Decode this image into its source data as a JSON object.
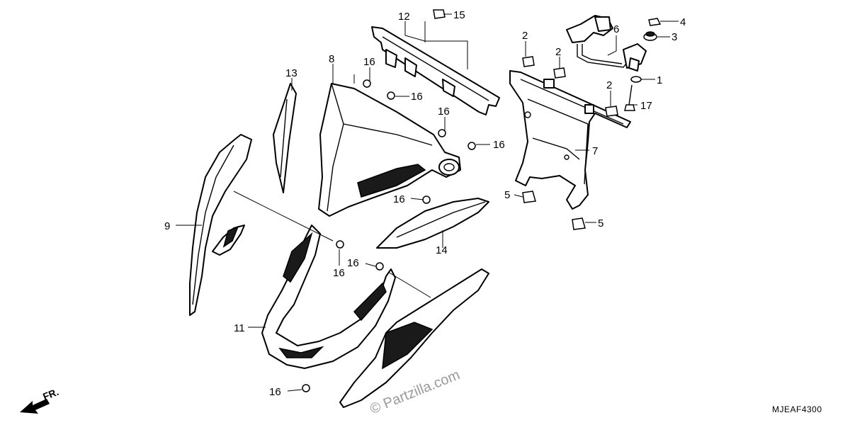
{
  "diagram": {
    "code": "MJEAF4300",
    "watermark": "© Partzilla.com",
    "direction_label": "FR.",
    "callouts": {
      "c1": "1",
      "c2a": "2",
      "c2b": "2",
      "c2c": "2",
      "c3": "3",
      "c4": "4",
      "c5a": "5",
      "c5b": "5",
      "c6": "6",
      "c7": "7",
      "c8": "8",
      "c9": "9",
      "c11": "11",
      "c12": "12",
      "c13": "13",
      "c14": "14",
      "c15": "15",
      "c16a": "16",
      "c16b": "16",
      "c16c": "16",
      "c16d": "16",
      "c16e": "16",
      "c16f": "16",
      "c16g": "16",
      "c16h": "16",
      "c17": "17"
    }
  }
}
